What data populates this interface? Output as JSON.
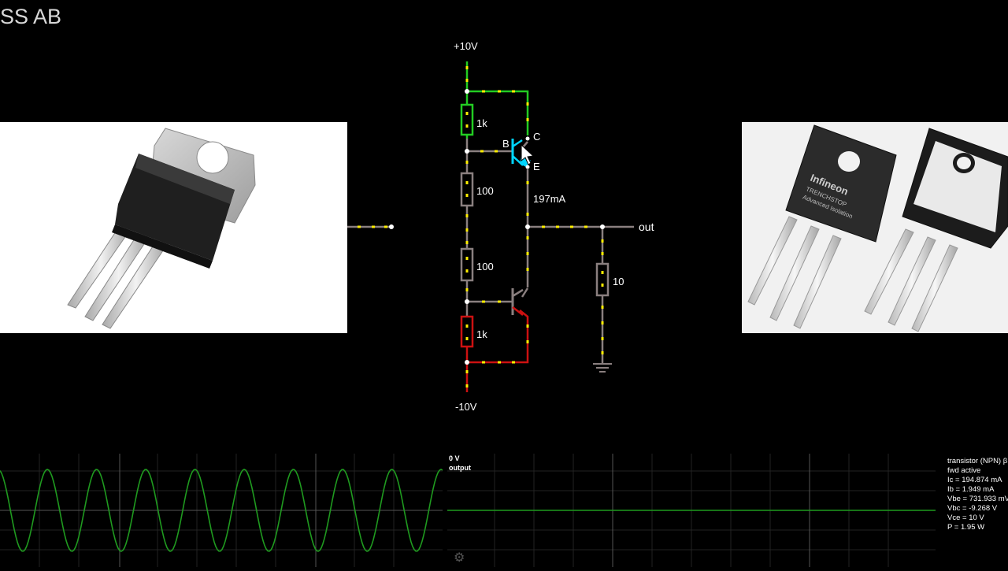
{
  "title": "ASS AB",
  "circuit": {
    "supply_pos": "+10V",
    "supply_neg": "-10V",
    "r_top": "1k",
    "r_mid1": "100",
    "r_mid2": "100",
    "r_bot": "1k",
    "r_load": "10",
    "pin_b": "B",
    "pin_c": "C",
    "pin_e": "E",
    "current": "197mA",
    "out_label": "out"
  },
  "right_image": {
    "brand": "Infineon",
    "line1": "TRENCHSTOP",
    "line2": "Advanced Isolation"
  },
  "scope_right": {
    "value": "0 V",
    "name": "output"
  },
  "info": {
    "lines": [
      "transistor (NPN) β",
      "fwd active",
      "Ic = 194.874 mA",
      "Ib = 1.949 mA",
      "Vbe = 731.933 mV",
      "Vbc = -9.268 V",
      "Vce = 10 V",
      "P = 1.95 W"
    ]
  },
  "colors": {
    "wire_pos": "#22cc22",
    "wire_neutral": "#8a7f7f",
    "wire_neg": "#cc1111",
    "current_dot": "#ffee00",
    "scope_trace": "#1f9a1f",
    "highlight": "#00d5ff"
  },
  "icons": {
    "cursor": "arrow-cursor-icon",
    "settings": "gear-icon",
    "ground": "ground-icon"
  }
}
